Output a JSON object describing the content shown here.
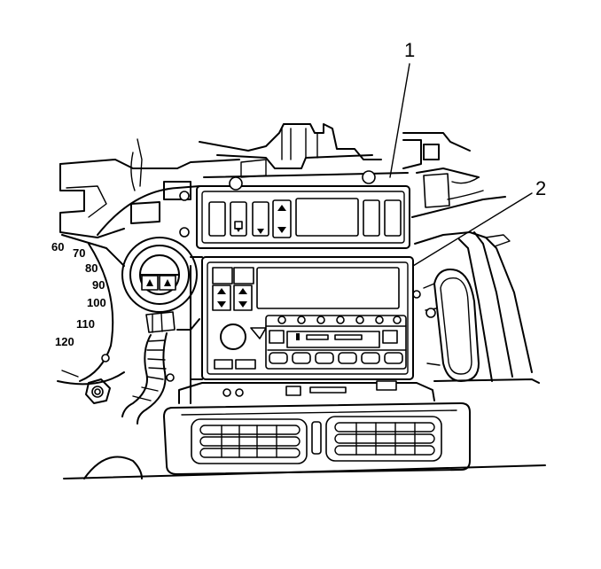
{
  "callouts": [
    {
      "id": "1",
      "label": "1"
    },
    {
      "id": "2",
      "label": "2"
    }
  ],
  "speedometer": {
    "labels": [
      "60",
      "70",
      "80",
      "90",
      "100",
      "110",
      "120"
    ]
  }
}
